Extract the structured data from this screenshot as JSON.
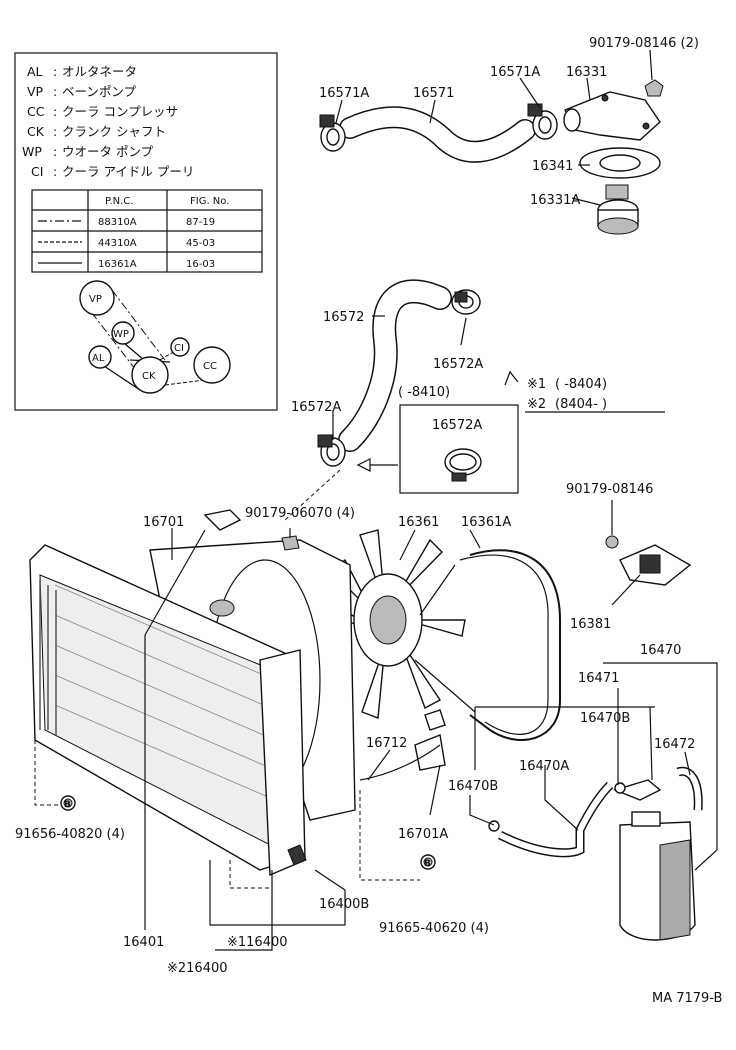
{
  "legend": {
    "abbreviations": [
      {
        "code": "AL",
        "name": "オルタネータ"
      },
      {
        "code": "VP",
        "name": "ベーンポンプ"
      },
      {
        "code": "CC",
        "name": "クーラ コンプレッサ"
      },
      {
        "code": "CK",
        "name": "クランク シャフト"
      },
      {
        "code": "WP",
        "name": "ウオータ ポンプ"
      },
      {
        "code": "CI",
        "name": "クーラ アイドル プーリ"
      }
    ],
    "table": {
      "headers": [
        "P.N.C.",
        "FIG. No."
      ],
      "rows": [
        {
          "line": "dash-dot",
          "pnc": "88310A",
          "fig": "87-19"
        },
        {
          "line": "dashed",
          "pnc": "44310A",
          "fig": "45-03"
        },
        {
          "line": "solid",
          "pnc": "16361A",
          "fig": "16-03"
        }
      ]
    },
    "pulleys": [
      "VP",
      "WP",
      "AL",
      "CK",
      "CI",
      "CC"
    ]
  },
  "notes": {
    "n1_mark": "※1",
    "n1_text": "(      -8404)",
    "n2_mark": "※2",
    "n2_text": "(8404-         )",
    "range": "(      -8410)"
  },
  "parts": {
    "p16571A_left": "16571A",
    "p16571": "16571",
    "p16571A_right": "16571A",
    "p16331": "16331",
    "p90179_08146_2": "90179-08146 (2)",
    "p16341": "16341",
    "p16331A": "16331A",
    "p16572": "16572",
    "p16572A_top": "16572A",
    "p16572A_mid": "16572A",
    "p16572A_box": "16572A",
    "p90179_08146": "90179-08146",
    "p16701": "16701",
    "p90179_06070": "90179-06070 (4)",
    "p16361": "16361",
    "p16361A": "16361A",
    "p16381": "16381",
    "p16470": "16470",
    "p16471": "16471",
    "p16470B_right": "16470B",
    "p16472": "16472",
    "p16712": "16712",
    "p16470B_left": "16470B",
    "p16470A": "16470A",
    "p91656_40820": "91656-40820 (4)",
    "p16701A": "16701A",
    "p16400B": "16400B",
    "p91665_40620": "91665-40620 (4)",
    "p16401": "16401",
    "p16400_1": "※116400",
    "p16400_2": "※216400"
  },
  "bolt_mark": "B",
  "footer": {
    "code": "MA 7179-B"
  }
}
